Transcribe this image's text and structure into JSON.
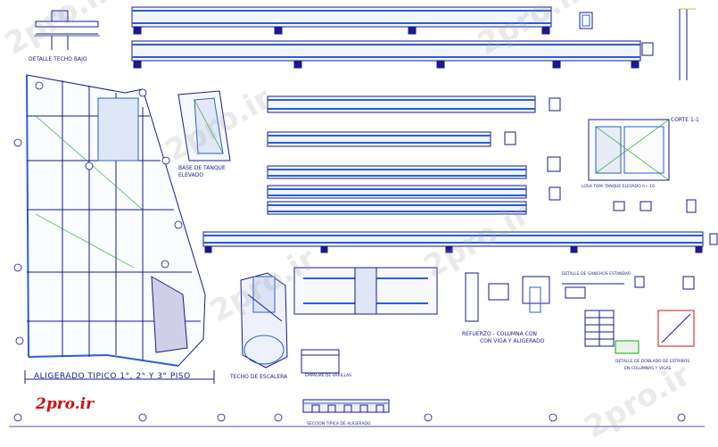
{
  "brand": "2pro.ir",
  "watermarks": [
    "2pro.ir",
    "2pro.ir",
    "2pro.ir",
    "2pro.ir",
    "2pro.ir",
    "2pro.ir"
  ],
  "titles": {
    "techo_bajo": "DETALLE TECHO BAJO",
    "base_tanque_1": "BASE DE TANQUE",
    "base_tanque_2": "ELEVADO",
    "aligerado": "ALIGERADO TIPICO 1°, 2° Y 3° PISO",
    "techo_escalera": "TECHO DE ESCALERA",
    "refuerzo_1": "REFUERZO - COLUMNA CON",
    "refuerzo_2": "CON VIGA Y ALIGERADO",
    "losa_tapa": "LOSA TAPA TANQUE ELEVADO h=.10",
    "corte": "CORTE 1-1",
    "detalle_doblado": "DETALLE DE DOBLADO DE ESTRIBOS",
    "en_columnas": "EN COLUMNAS Y VIGAS",
    "detalle_ganchos": "DETALLE DE GANCHOS ESTANDAR",
    "seccion_tipica": "SECCION TIPICA DE ALIGERADO",
    "ensayo_viguetas": "EMPALME DE VARILLAS"
  },
  "colors": {
    "line": "#1a1a8c",
    "beam": "#2a5fd0",
    "green": "#1aa31a",
    "red": "#cc1111",
    "yellow": "#d6c21a"
  }
}
